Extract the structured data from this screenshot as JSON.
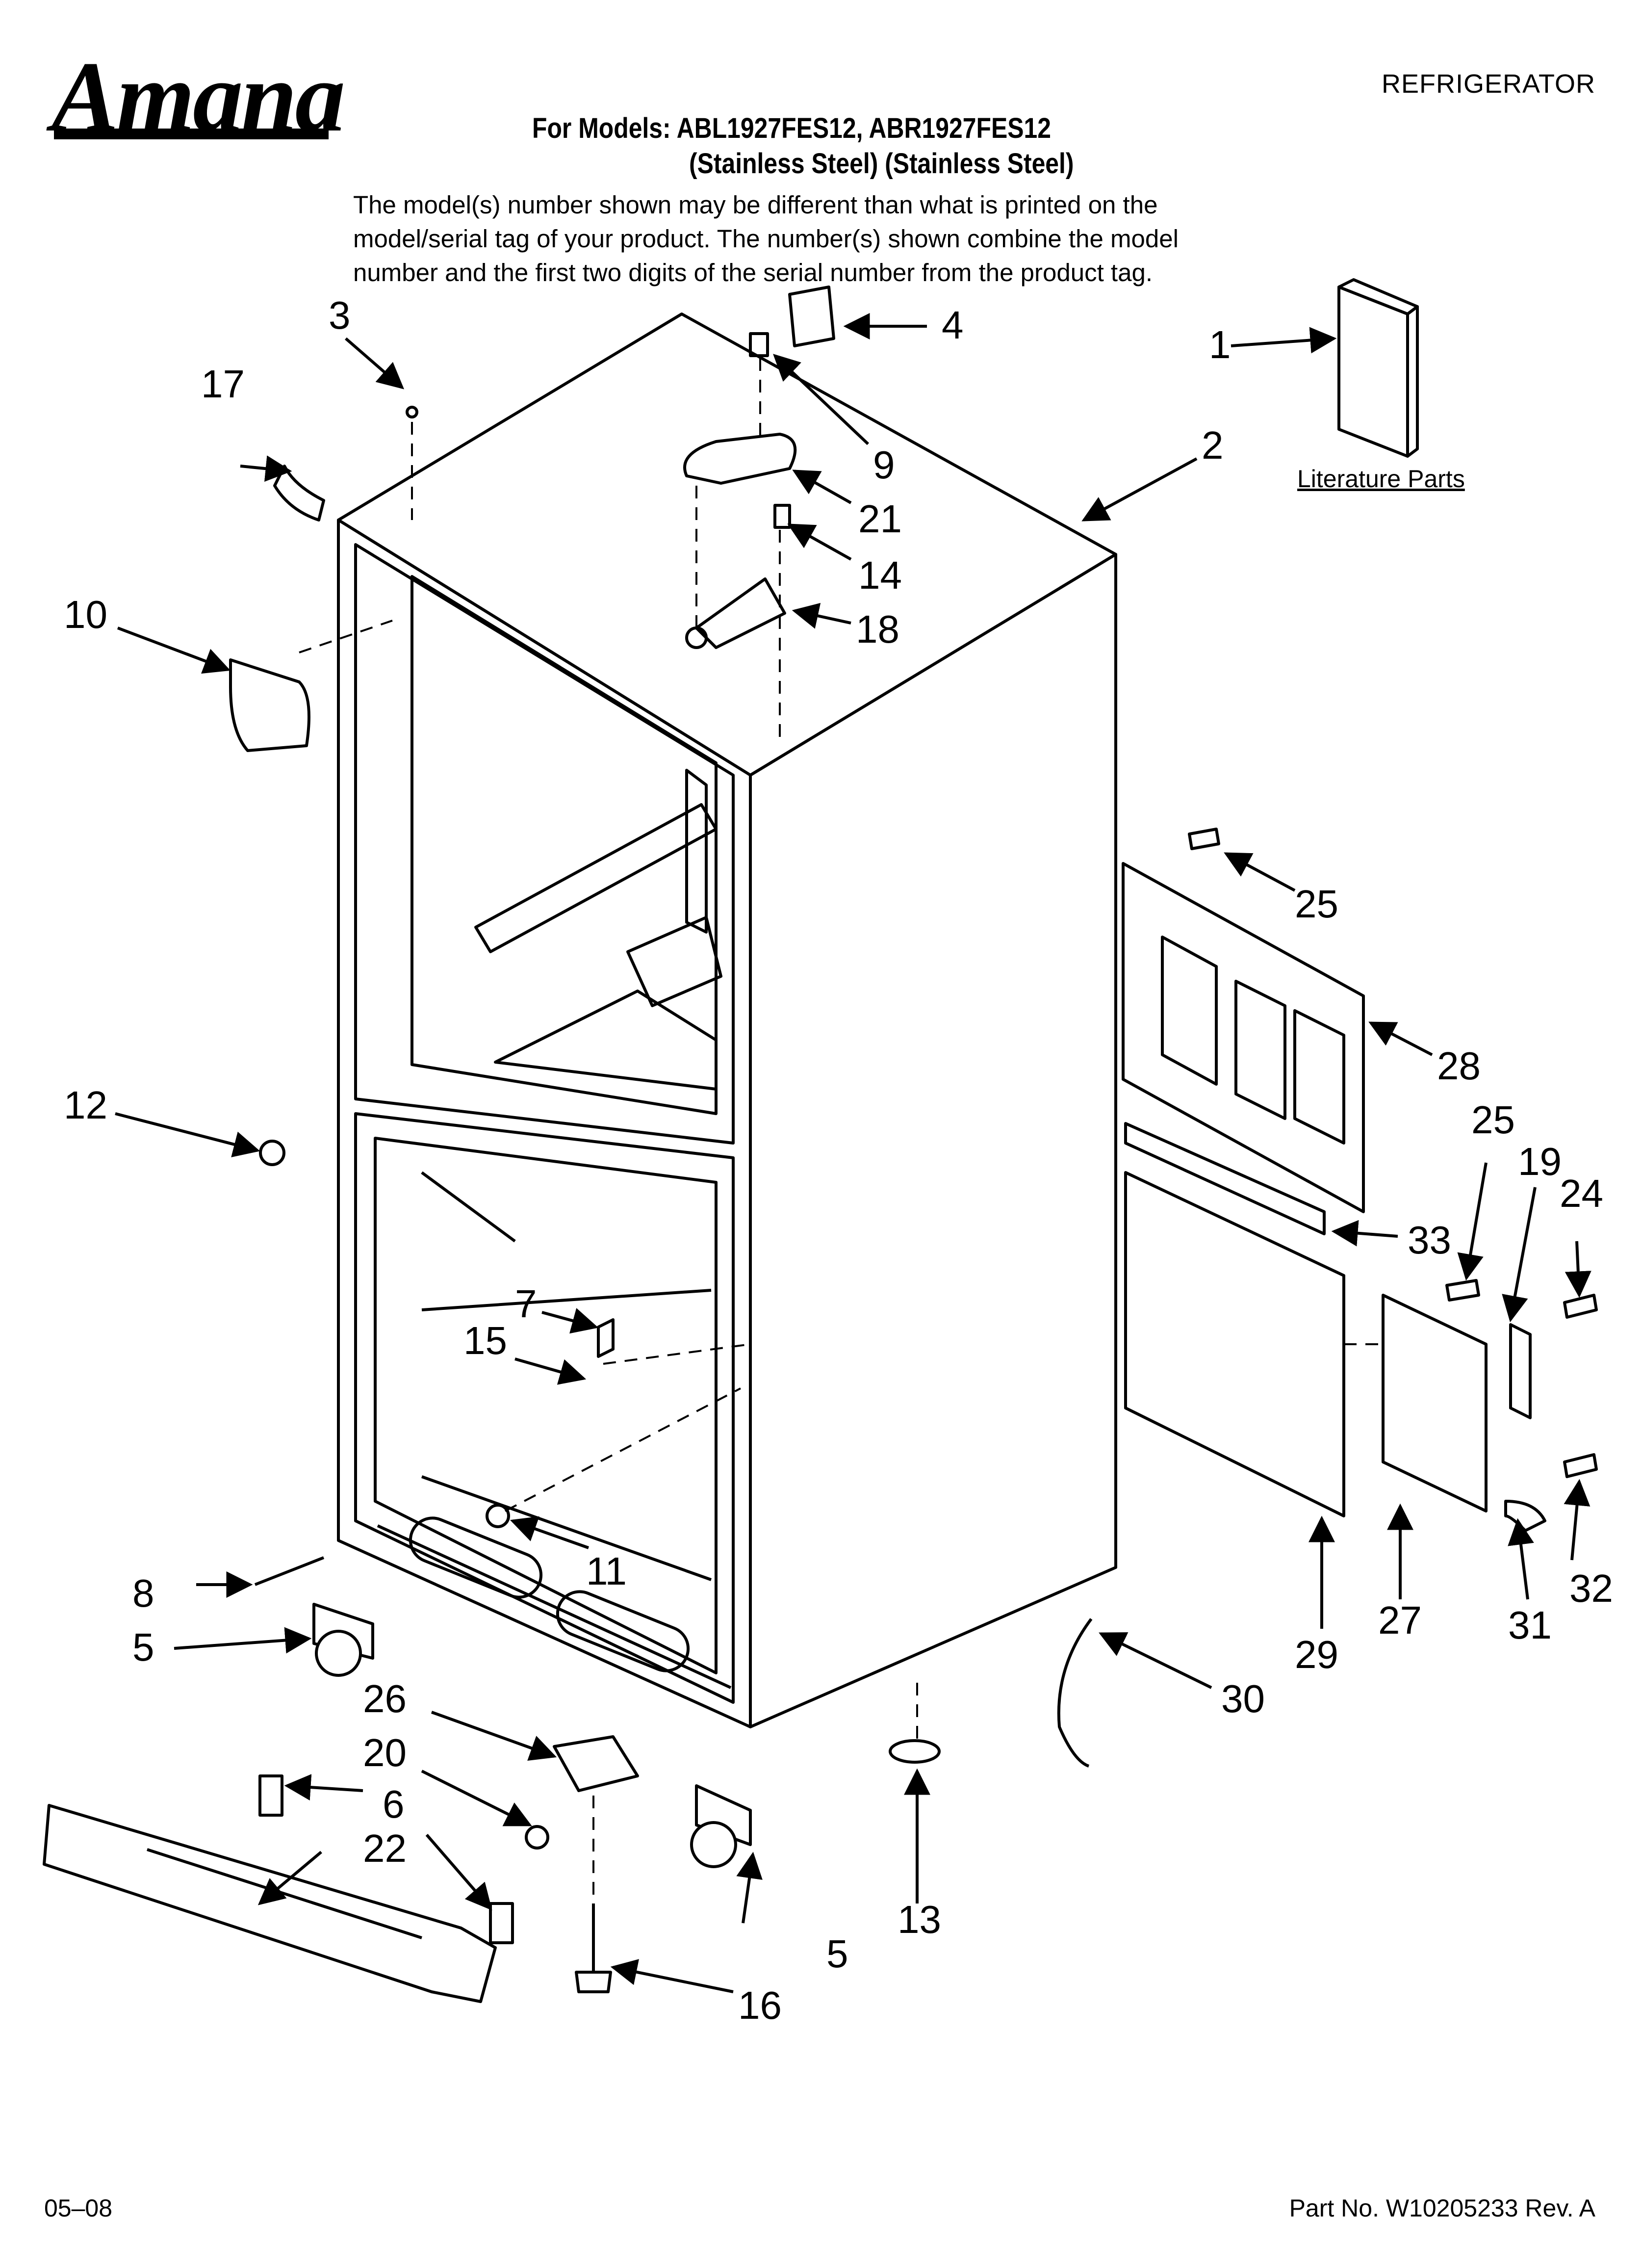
{
  "brand": "Amana",
  "document_type": "REFRIGERATOR",
  "title_line1": "For Models: ABL1927FES12, ABR1927FES12",
  "title_line2": "(Stainless Steel) (Stainless Steel)",
  "notice_lines": [
    "The model(s) number shown may be different than what is printed on the",
    "model/serial tag of your product. The number(s) shown combine the model",
    "number and the first two digits of the serial number from the product tag."
  ],
  "literature_label": "Literature Parts",
  "footer_date": "05–08",
  "footer_part": "Part No. W10205233 Rev. A",
  "callouts": {
    "c1": "1",
    "c2": "2",
    "c3": "3",
    "c4": "4",
    "c5a": "5",
    "c5b": "5",
    "c6": "6",
    "c7": "7",
    "c8": "8",
    "c9": "9",
    "c10": "10",
    "c11": "11",
    "c12": "12",
    "c13": "13",
    "c14": "14",
    "c15": "15",
    "c16": "16",
    "c17": "17",
    "c18": "18",
    "c19": "19",
    "c20": "20",
    "c21": "21",
    "c22": "22",
    "c24": "24",
    "c25a": "25",
    "c25b": "25",
    "c26": "26",
    "c27": "27",
    "c28": "28",
    "c29": "29",
    "c30": "30",
    "c31": "31",
    "c32": "32",
    "c33": "33"
  }
}
